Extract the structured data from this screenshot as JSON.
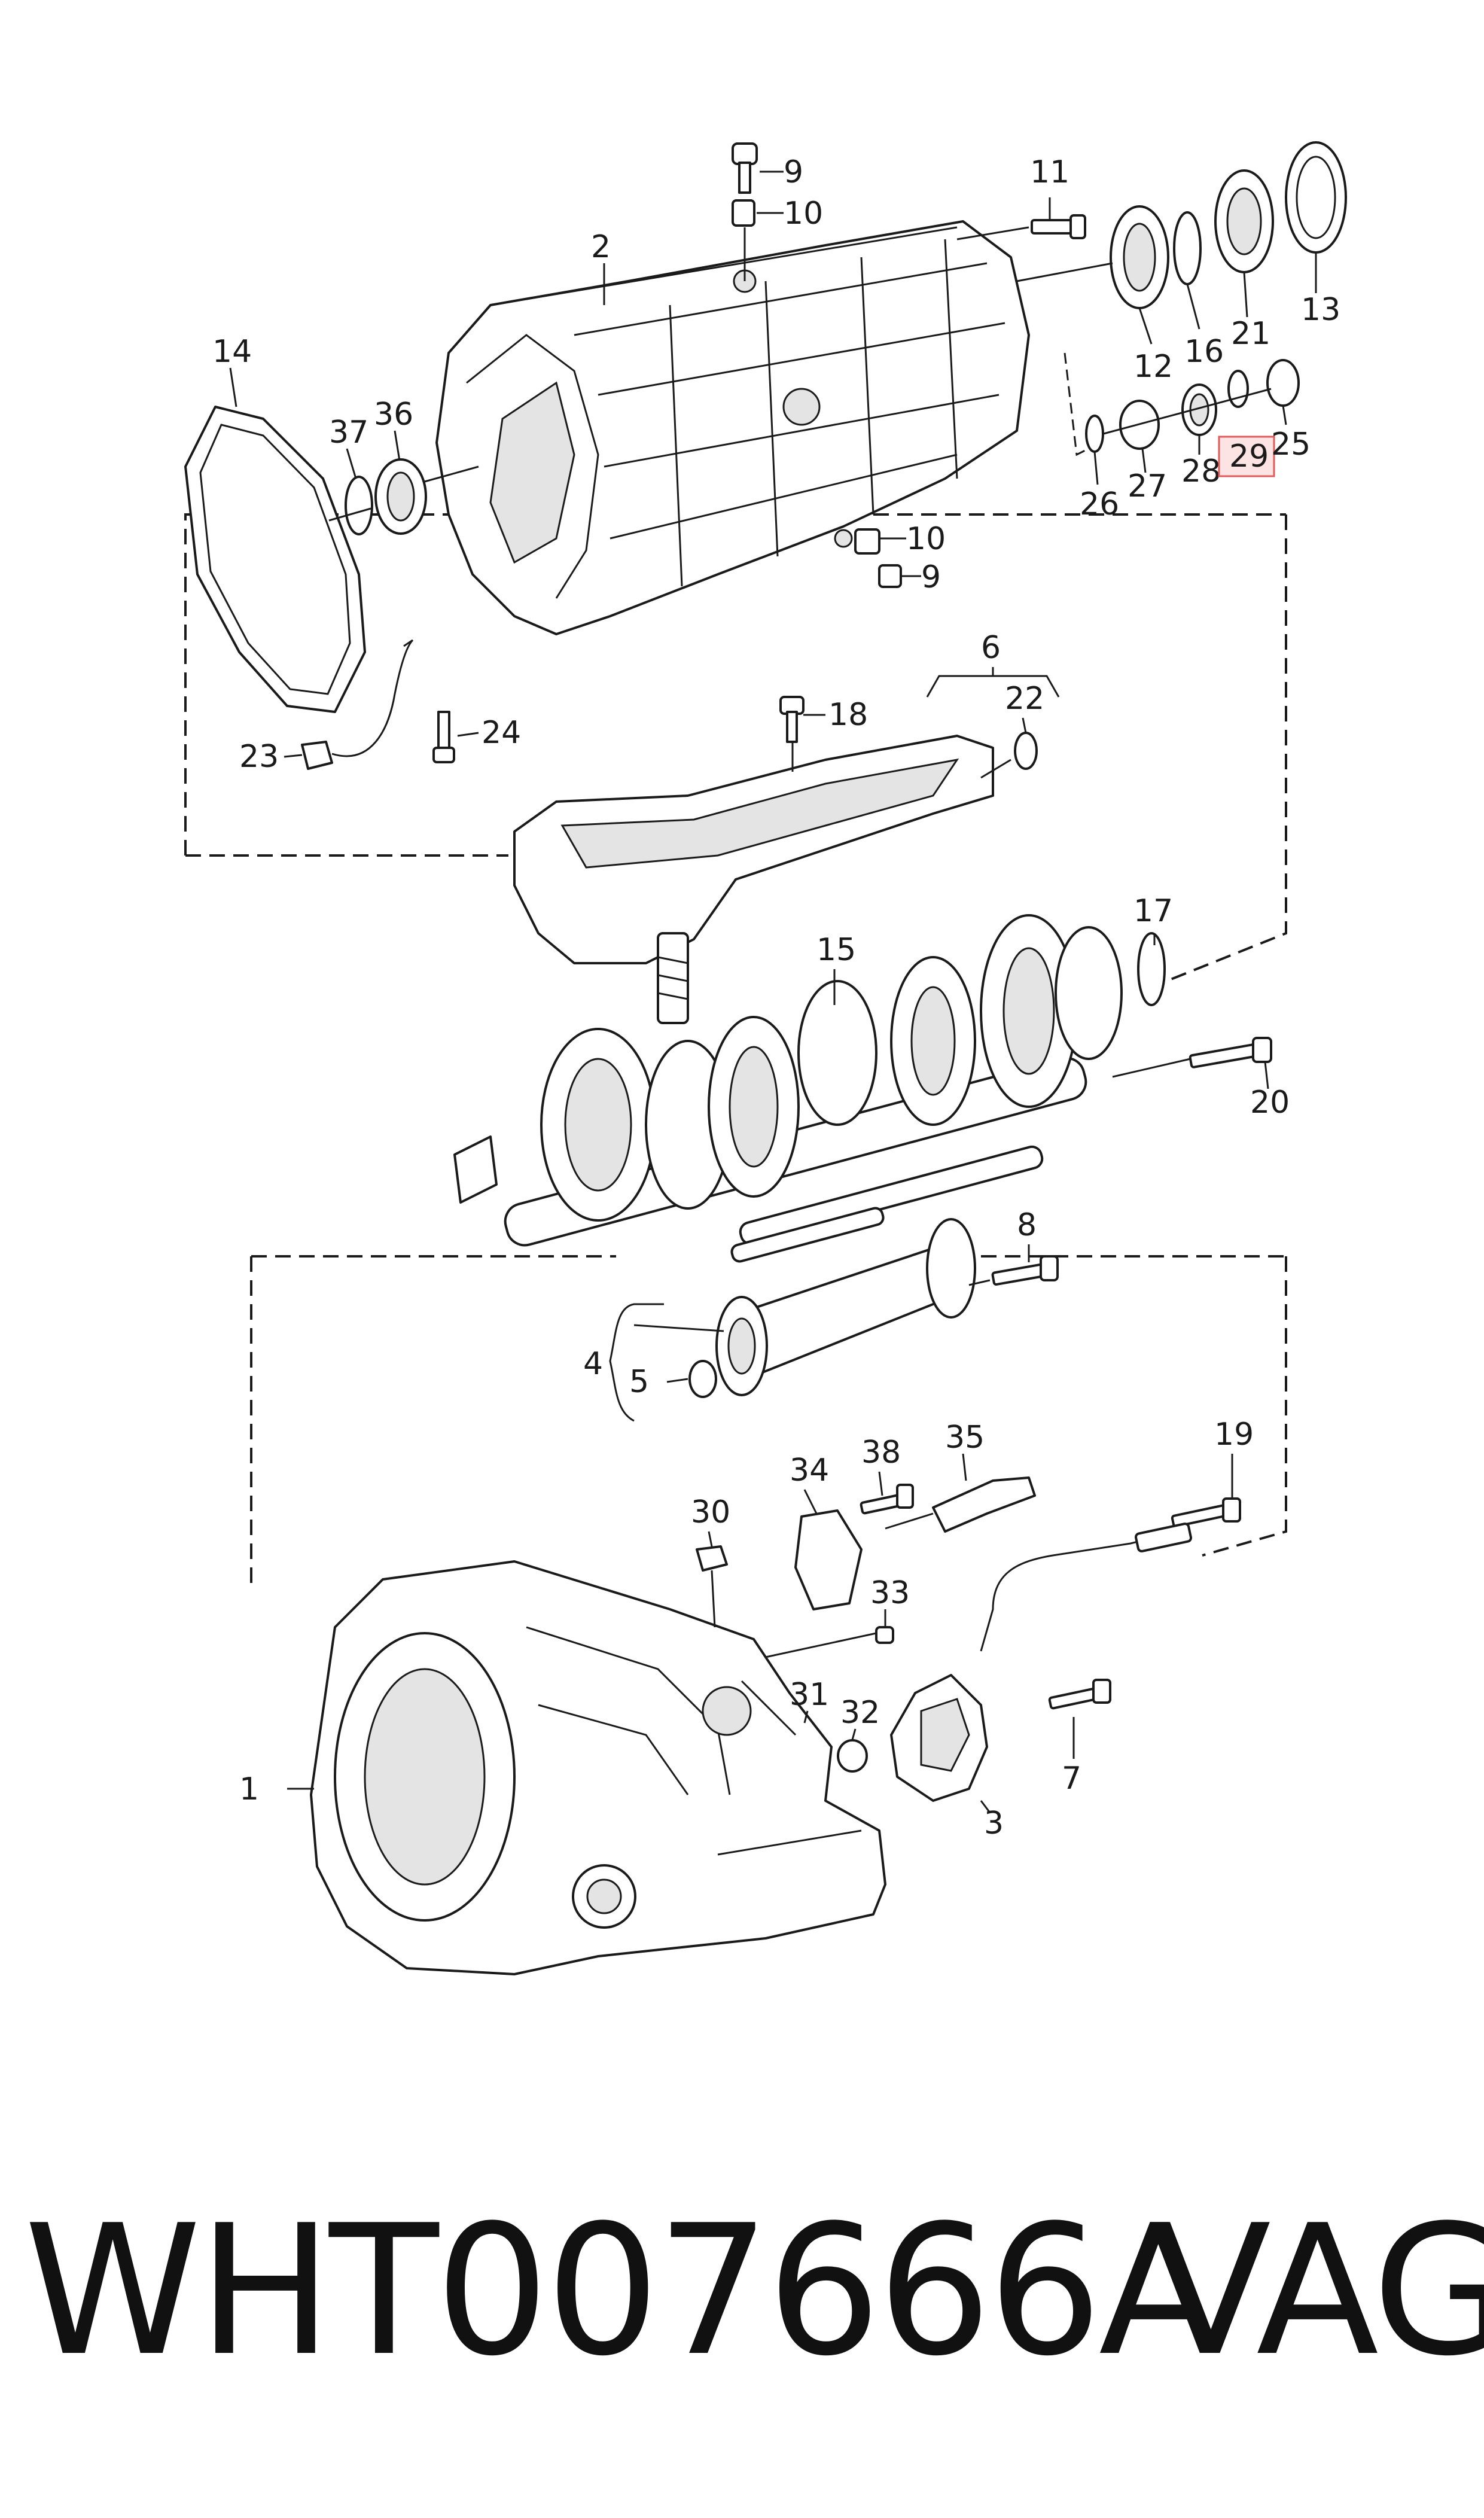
{
  "callouts": {
    "c1": "1",
    "c2": "2",
    "c3": "3",
    "c4": "4",
    "c5": "5",
    "c6": "6",
    "c7": "7",
    "c8": "8",
    "c9a": "9",
    "c9b": "9",
    "c10a": "10",
    "c10b": "10",
    "c11": "11",
    "c12": "12",
    "c13": "13",
    "c14": "14",
    "c15": "15",
    "c16": "16",
    "c17": "17",
    "c18": "18",
    "c19": "19",
    "c20": "20",
    "c21": "21",
    "c22": "22",
    "c23": "23",
    "c24": "24",
    "c25": "25",
    "c26": "26",
    "c27": "27",
    "c28": "28",
    "c29": "29",
    "c30": "30",
    "c31": "31",
    "c32": "32",
    "c33": "33",
    "c34": "34",
    "c35": "35",
    "c36": "36",
    "c37": "37",
    "c38": "38"
  },
  "highlight_color": "#e05a5a",
  "footer": {
    "part_number": "WHT007666A",
    "brand": "VAG"
  }
}
